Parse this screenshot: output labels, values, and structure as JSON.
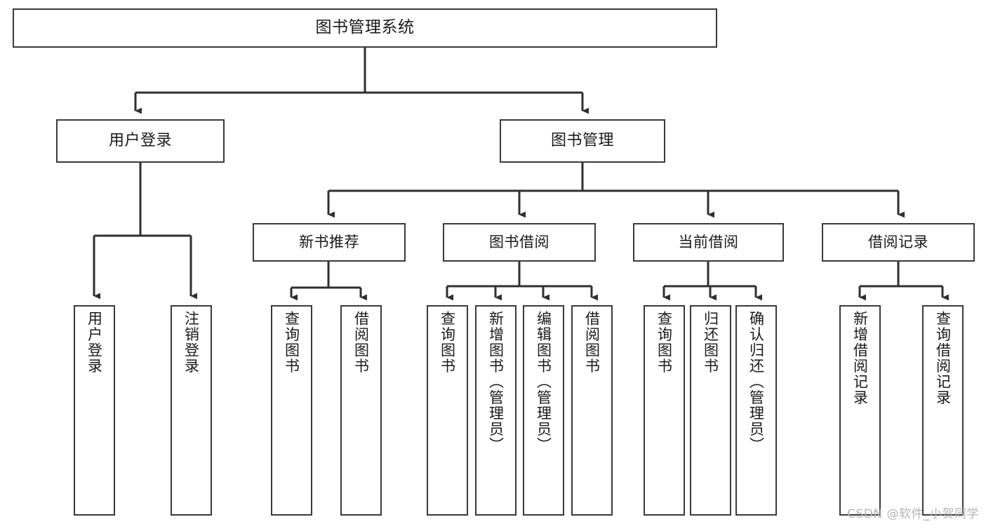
{
  "diagram": {
    "title": "图书管理系统",
    "watermark": "CSDN @软件_小贺同学",
    "stroke_color": "#3a3a3a",
    "background_color": "#ffffff",
    "nodes": {
      "root": {
        "label": "图书管理系统"
      },
      "level1": [
        {
          "label": "用户登录"
        },
        {
          "label": "图书管理"
        }
      ],
      "level2": [
        {
          "label": "新书推荐"
        },
        {
          "label": "图书借阅"
        },
        {
          "label": "当前借阅"
        },
        {
          "label": "借阅记录"
        }
      ],
      "leaves": {
        "user_login": [
          {
            "label": "用户登录"
          },
          {
            "label": "注销登录"
          }
        ],
        "new_book_recommend": [
          {
            "label": "查询图书"
          },
          {
            "label": "借阅图书"
          }
        ],
        "book_borrow": [
          {
            "label": "查询图书"
          },
          {
            "label": "新增图书（管理员）"
          },
          {
            "label": "编辑图书（管理员）"
          },
          {
            "label": "借阅图书"
          }
        ],
        "current_borrow": [
          {
            "label": "查询图书"
          },
          {
            "label": "归还图书"
          },
          {
            "label": "确认归还（管理员）"
          }
        ],
        "borrow_record": [
          {
            "label": "新增借阅记录"
          },
          {
            "label": "查询借阅记录"
          }
        ]
      }
    }
  }
}
